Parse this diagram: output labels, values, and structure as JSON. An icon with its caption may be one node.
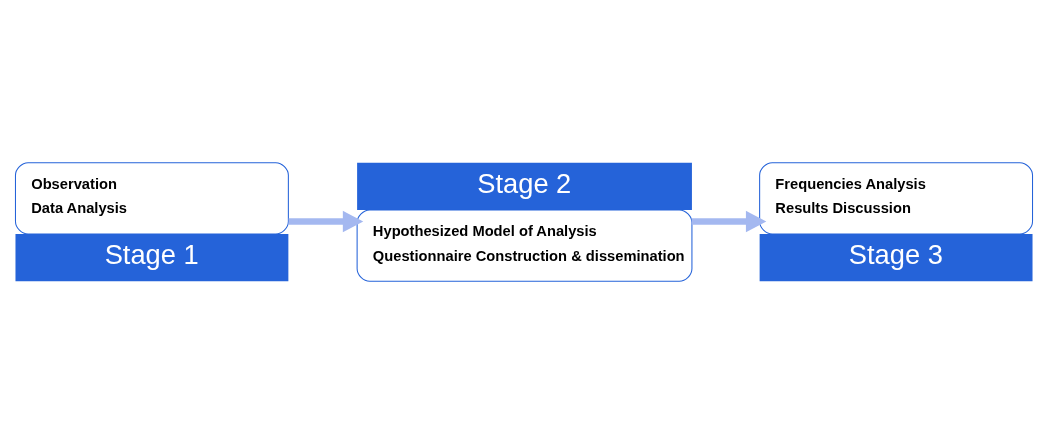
{
  "diagram": {
    "nodes": [
      {
        "text": [
          "Observation",
          "Data Analysis",
          "Stage 1"
        ]
      },
      {
        "text": [
          "Stage 2",
          "Hypothesized Model of Analysis",
          "Questionnaire Construction & dissemination"
        ]
      },
      {
        "text": [
          "Frequencies Analysis",
          "Results Discussion",
          "Stage 3"
        ]
      }
    ],
    "edges": [
      {
        "from": 0,
        "to": 1,
        "arrow": "to"
      },
      {
        "from": 1,
        "to": 2,
        "arrow": "to"
      }
    ]
  }
}
